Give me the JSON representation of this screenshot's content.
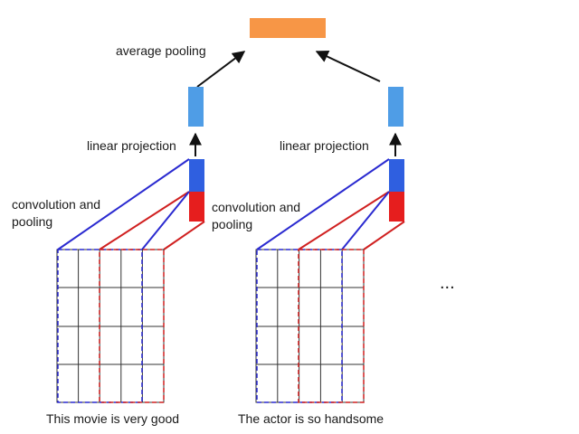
{
  "labels": {
    "average_pooling": "average pooling",
    "linear_projection": "linear projection",
    "convolution_and_pooling_line1": "convolution and",
    "convolution_and_pooling_line2": "pooling",
    "ellipsis": "..."
  },
  "sentences": [
    {
      "caption": "This movie is very good"
    },
    {
      "caption": "The actor is so handsome"
    }
  ],
  "colors": {
    "pooled_output": "#f79646",
    "projected_vector": "#4f9de6",
    "conv_feature_blue": "#2f5fe0",
    "conv_feature_red": "#e61e1e",
    "window_blue": "#2a2ad0",
    "window_red": "#d02020",
    "grid_line": "#333333",
    "arrow": "#111111"
  },
  "grid": {
    "rows": 4,
    "columns": 5
  }
}
